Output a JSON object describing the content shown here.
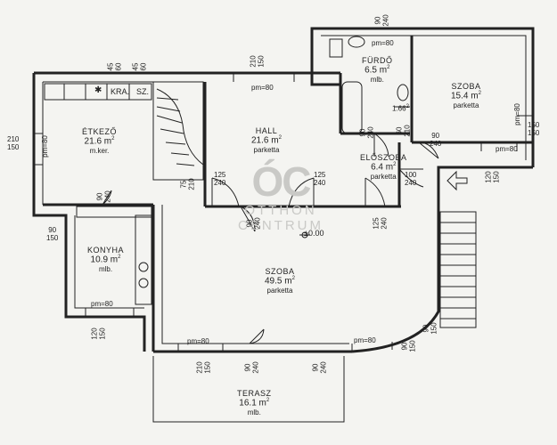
{
  "rooms": {
    "etkezo": {
      "name": "ÉTKEZŐ",
      "area": "21.6 m",
      "sup": "2",
      "floor": "m.ker."
    },
    "hall": {
      "name": "HALL",
      "area": "21.6 m",
      "sup": "2",
      "floor": "parketta"
    },
    "furdo": {
      "name": "FÜRDŐ",
      "area": "6.5 m",
      "sup": "2",
      "floor": "mlb."
    },
    "szoba1": {
      "name": "SZOBA",
      "area": "15.4 m",
      "sup": "2",
      "floor": "parketta"
    },
    "eloszoba": {
      "name": "ELŐSZOBA",
      "area": "6.4 m",
      "sup": "2",
      "floor": "parketta"
    },
    "konyha": {
      "name": "KONYHA",
      "area": "10.9 m",
      "sup": "2",
      "floor": "mlb."
    },
    "szoba2": {
      "name": "SZOBA",
      "area": "49.5 m",
      "sup": "2",
      "floor": "parketta"
    },
    "terasz": {
      "name": "TERASZ",
      "area": "16.1 m",
      "sup": "2",
      "floor": "mlb."
    }
  },
  "cabinet": {
    "kra": "KRA.",
    "sz": "SZ."
  },
  "level": "±0.00",
  "wc_area": "1.66",
  "wc_sup": "2",
  "pm": "pm=80",
  "dims": {
    "d210_150": [
      "210",
      "150"
    ],
    "d45_60": [
      "45",
      "60"
    ],
    "d90_240": [
      "90",
      "240"
    ],
    "d125_240": [
      "125",
      "240"
    ],
    "d75_210": [
      "75",
      "210"
    ],
    "d100_240": [
      "100",
      "240"
    ],
    "d120_150": [
      "120",
      "150"
    ],
    "d150_150": [
      "150",
      "150"
    ],
    "d90_150": [
      "90",
      "150"
    ],
    "d60_210": [
      "60",
      "210"
    ]
  },
  "watermark": {
    "logo": "ÓC",
    "line1": "OTTHON",
    "line2": "CENTRUM"
  }
}
